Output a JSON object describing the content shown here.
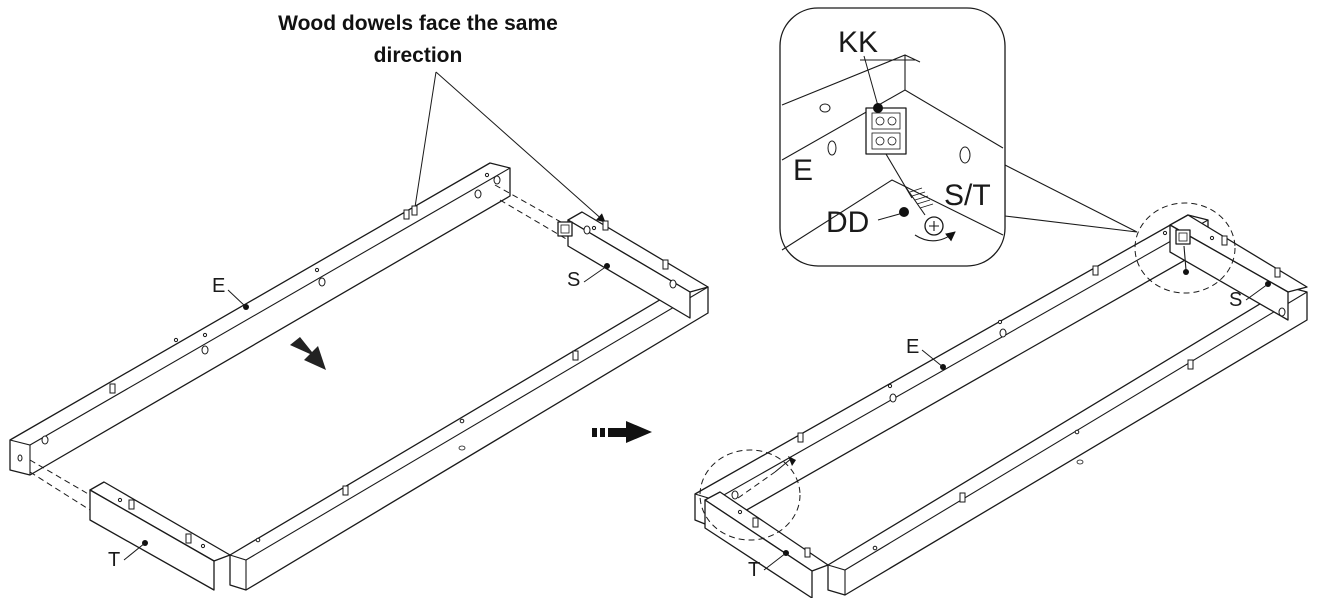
{
  "callout": {
    "line1": "Wood dowels face the same",
    "line2": "direction"
  },
  "labels": {
    "left_e": "E",
    "left_s": "S",
    "left_t": "T",
    "right_e": "E",
    "right_s": "S",
    "right_t": "T",
    "zoom_kk": "KK",
    "zoom_e": "E",
    "zoom_st": "S/T",
    "zoom_dd": "DD"
  },
  "icons": {
    "direction": "arrow-right-down-icon",
    "next_step": "dashed-arrow-right-icon",
    "rotation": "rotate-clockwise-icon"
  }
}
